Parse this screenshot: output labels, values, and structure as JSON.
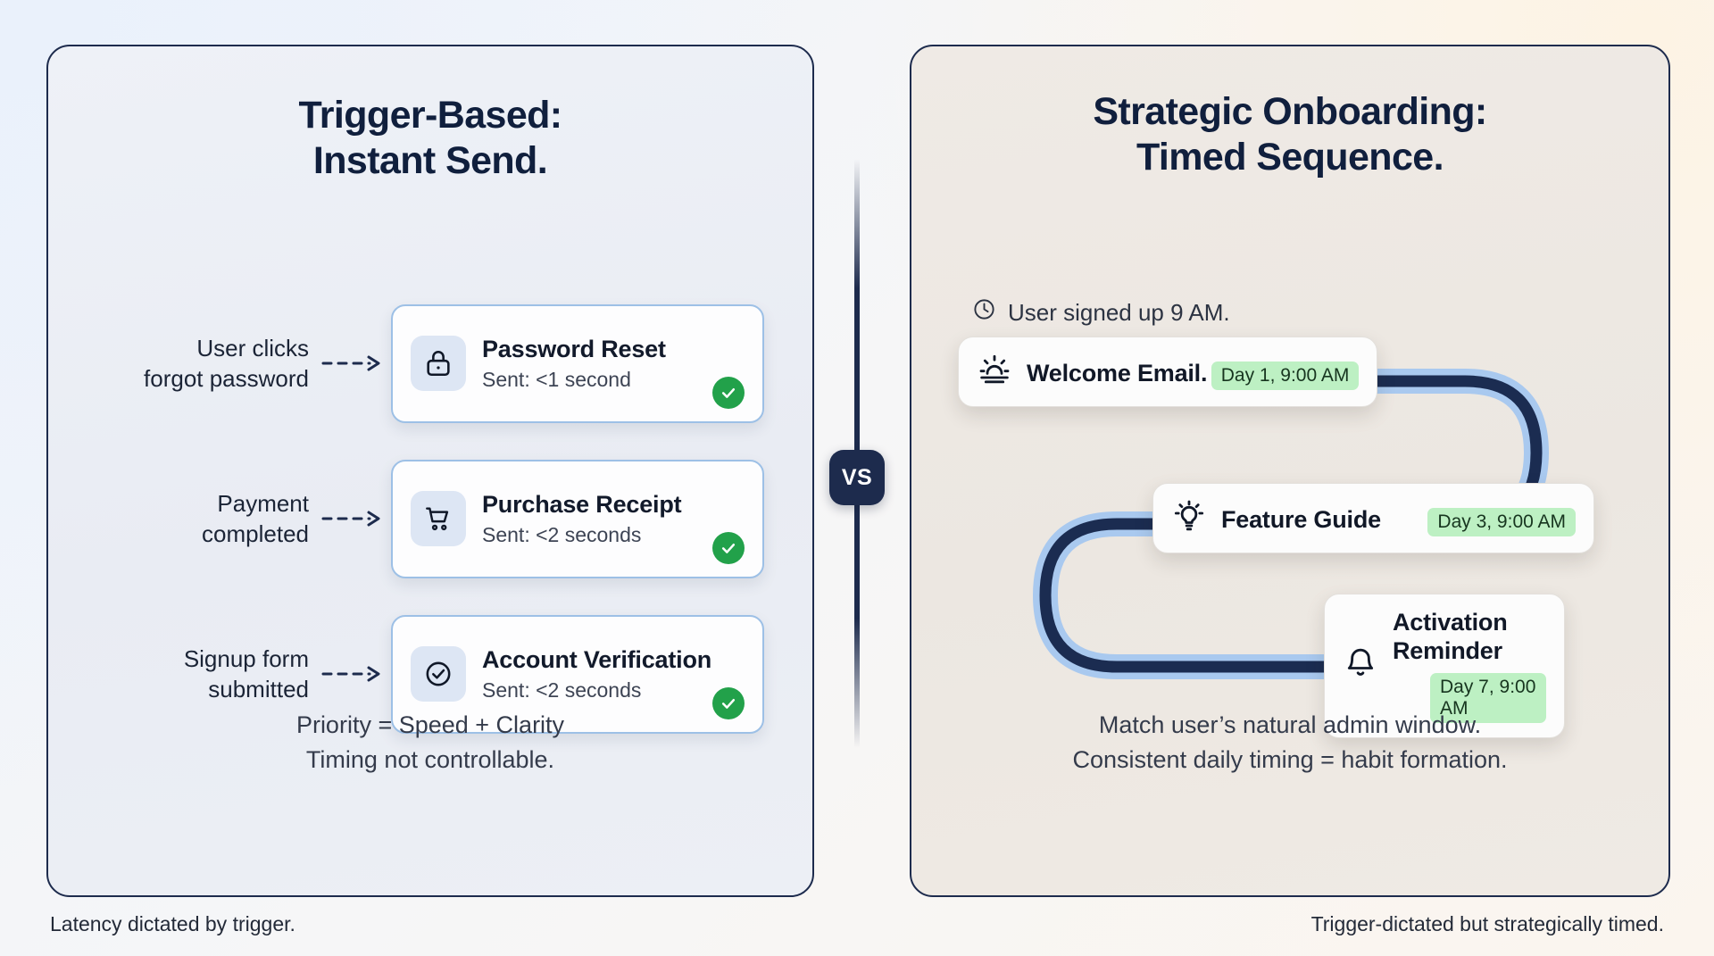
{
  "left_panel": {
    "title_line1": "Trigger-Based:",
    "title_line2": "Instant Send.",
    "triggers": [
      {
        "label_line1": "User clicks",
        "label_line2": "forgot password",
        "icon": "lock-icon",
        "card_title": "Password Reset",
        "card_sub": "Sent: <1 second",
        "status": "sent-check"
      },
      {
        "label_line1": "Payment",
        "label_line2": "completed",
        "icon": "shopping-cart-icon",
        "card_title": "Purchase Receipt",
        "card_sub": "Sent: <2 seconds",
        "status": "sent-check"
      },
      {
        "label_line1": "Signup form",
        "label_line2": "submitted",
        "icon": "check-circle-icon",
        "card_title": "Account Verification",
        "card_sub": "Sent: <2 seconds",
        "status": "sent-check"
      }
    ],
    "summary_line1": "Priority = Speed + Clarity",
    "summary_line2": "Timing not controllable.",
    "footer": "Latency dictated by trigger."
  },
  "divider": {
    "badge_label": "VS"
  },
  "right_panel": {
    "title_line1": "Strategic Onboarding:",
    "title_line2": "Timed Sequence.",
    "signup_note": "User signed up 9 AM.",
    "signup_icon": "clock-icon",
    "sequence": [
      {
        "icon": "sunrise-icon",
        "title": "Welcome Email.",
        "chip": "Day 1, 9:00 AM"
      },
      {
        "icon": "lightbulb-icon",
        "title": "Feature Guide",
        "chip": "Day 3, 9:00 AM"
      },
      {
        "icon": "bell-icon",
        "title_line1": "Activation",
        "title_line2": "Reminder",
        "chip": "Day 7, 9:00 AM"
      }
    ],
    "summary_line1": "Match user’s natural admin window.",
    "summary_line2": "Consistent daily timing = habit formation.",
    "footer": "Trigger-dictated but strategically timed."
  },
  "colors": {
    "ink": "#101f3d",
    "card_border_blue": "#9dc0e6",
    "icon_tile": "#dde6f4",
    "success_green": "#22a14a",
    "chip_green": "#bdf0c3",
    "track_dark": "#1b2c51",
    "track_glow": "#a9c9ef",
    "panel_left_bg": "#eceff5",
    "panel_right_bg": "#ece7e1"
  }
}
